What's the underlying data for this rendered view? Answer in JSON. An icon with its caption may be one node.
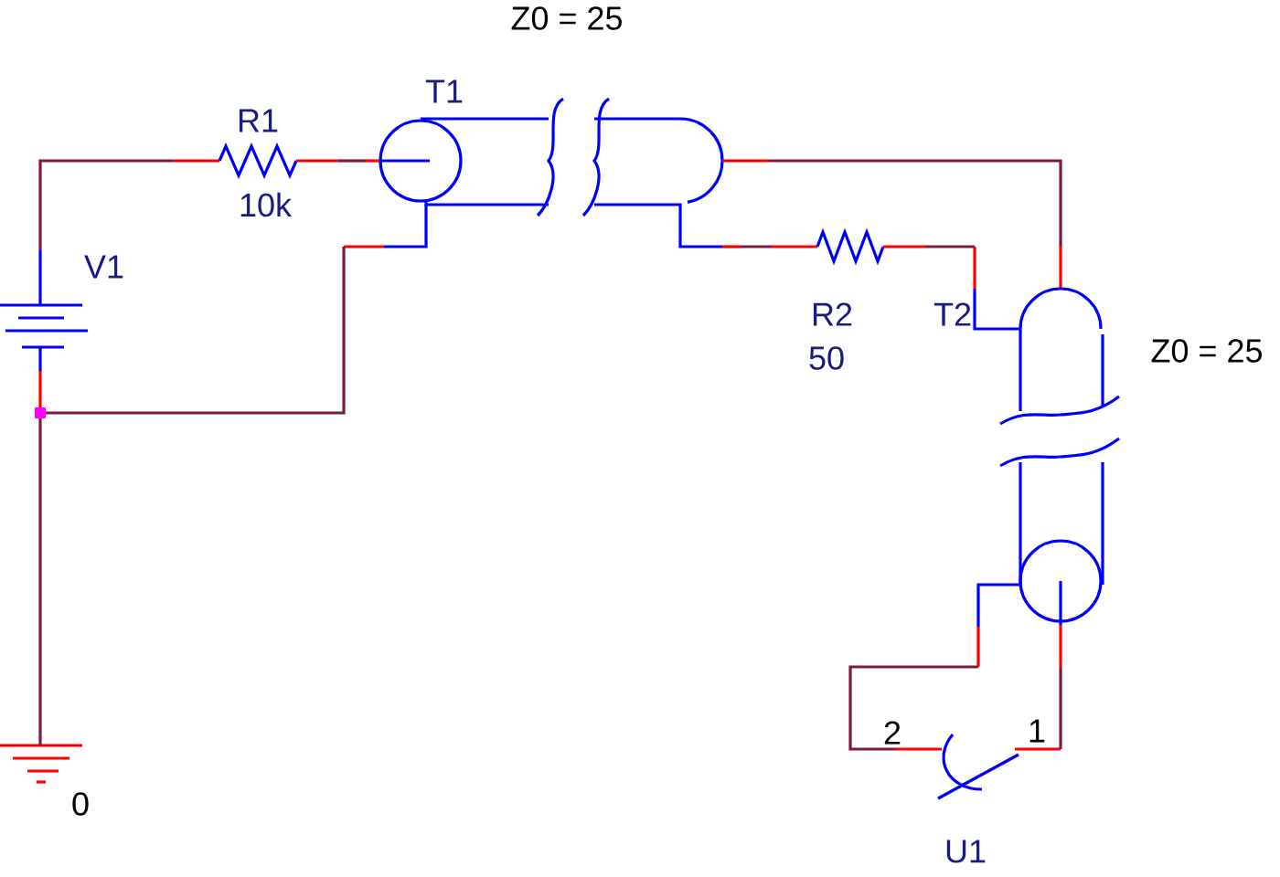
{
  "diagram": {
    "nodes": [
      {
        "text": [
          "V1"
        ]
      },
      {
        "text": [
          "R1",
          "10k"
        ]
      },
      {
        "text": [
          "T1",
          "Z0 = 25"
        ]
      },
      {
        "text": [
          "R2",
          "50"
        ]
      },
      {
        "text": [
          "T2",
          "Z0 = 25"
        ]
      },
      {
        "text": [
          "U1"
        ]
      },
      {
        "text": [
          "0"
        ]
      }
    ],
    "edges": [
      {
        "from": 0,
        "to": 1,
        "arrow": "none"
      },
      {
        "from": 1,
        "to": 2,
        "arrow": "none"
      },
      {
        "from": 0,
        "to": 2,
        "arrow": "none"
      },
      {
        "from": 2,
        "to": 4,
        "arrow": "none"
      },
      {
        "from": 2,
        "to": 3,
        "arrow": "none"
      },
      {
        "from": 3,
        "to": 4,
        "arrow": "none"
      },
      {
        "from": 4,
        "to": 5,
        "arrow": "none"
      },
      {
        "from": 4,
        "to": 5,
        "arrow": "none"
      },
      {
        "from": 0,
        "to": 6,
        "arrow": "none"
      }
    ],
    "labels": [
      "2",
      "1"
    ]
  }
}
